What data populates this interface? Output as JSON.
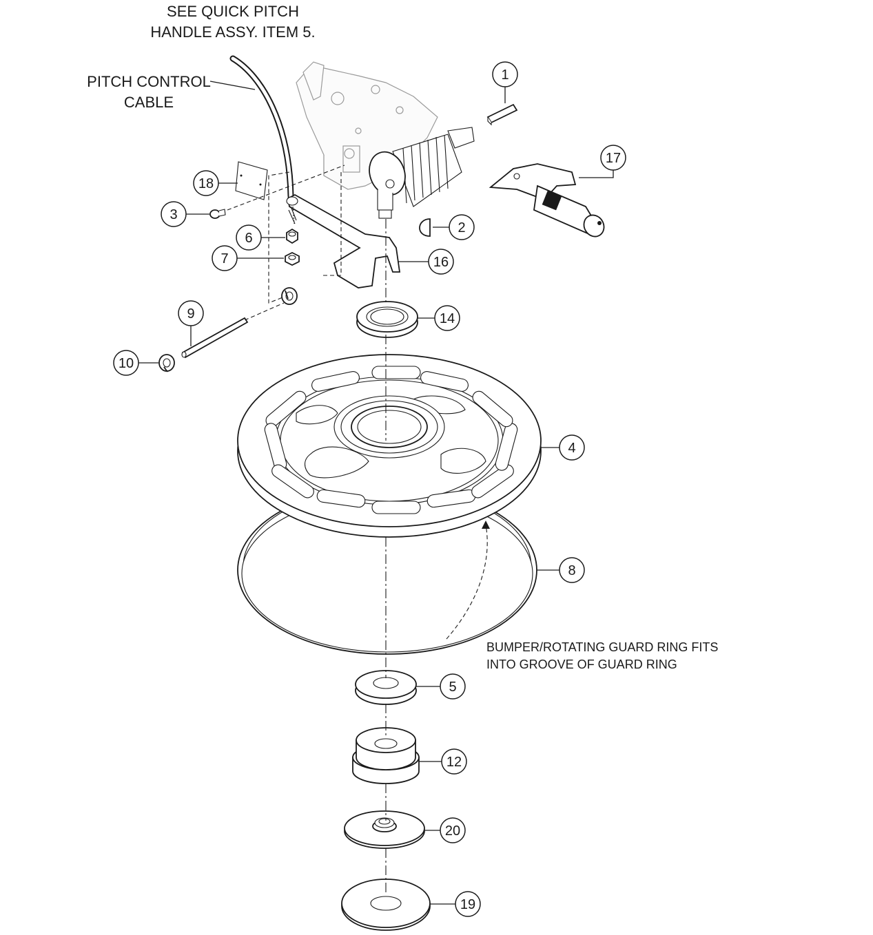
{
  "notes": {
    "quick_pitch_line1": "SEE QUICK PITCH",
    "quick_pitch_line2": "HANDLE ASSY. ITEM 5.",
    "pitch_cable_line1": "PITCH CONTROL",
    "pitch_cable_line2": "CABLE",
    "guard_ring_line1": "BUMPER/ROTATING GUARD RING FITS",
    "guard_ring_line2": "INTO GROOVE OF GUARD RING"
  },
  "callouts": {
    "c1": "1",
    "c2": "2",
    "c3": "3",
    "c4": "4",
    "c5": "5",
    "c6": "6",
    "c7": "7",
    "c8": "8",
    "c9": "9",
    "c10": "10",
    "c12": "12",
    "c14": "14",
    "c16": "16",
    "c17": "17",
    "c18": "18",
    "c19": "19",
    "c20": "20"
  }
}
